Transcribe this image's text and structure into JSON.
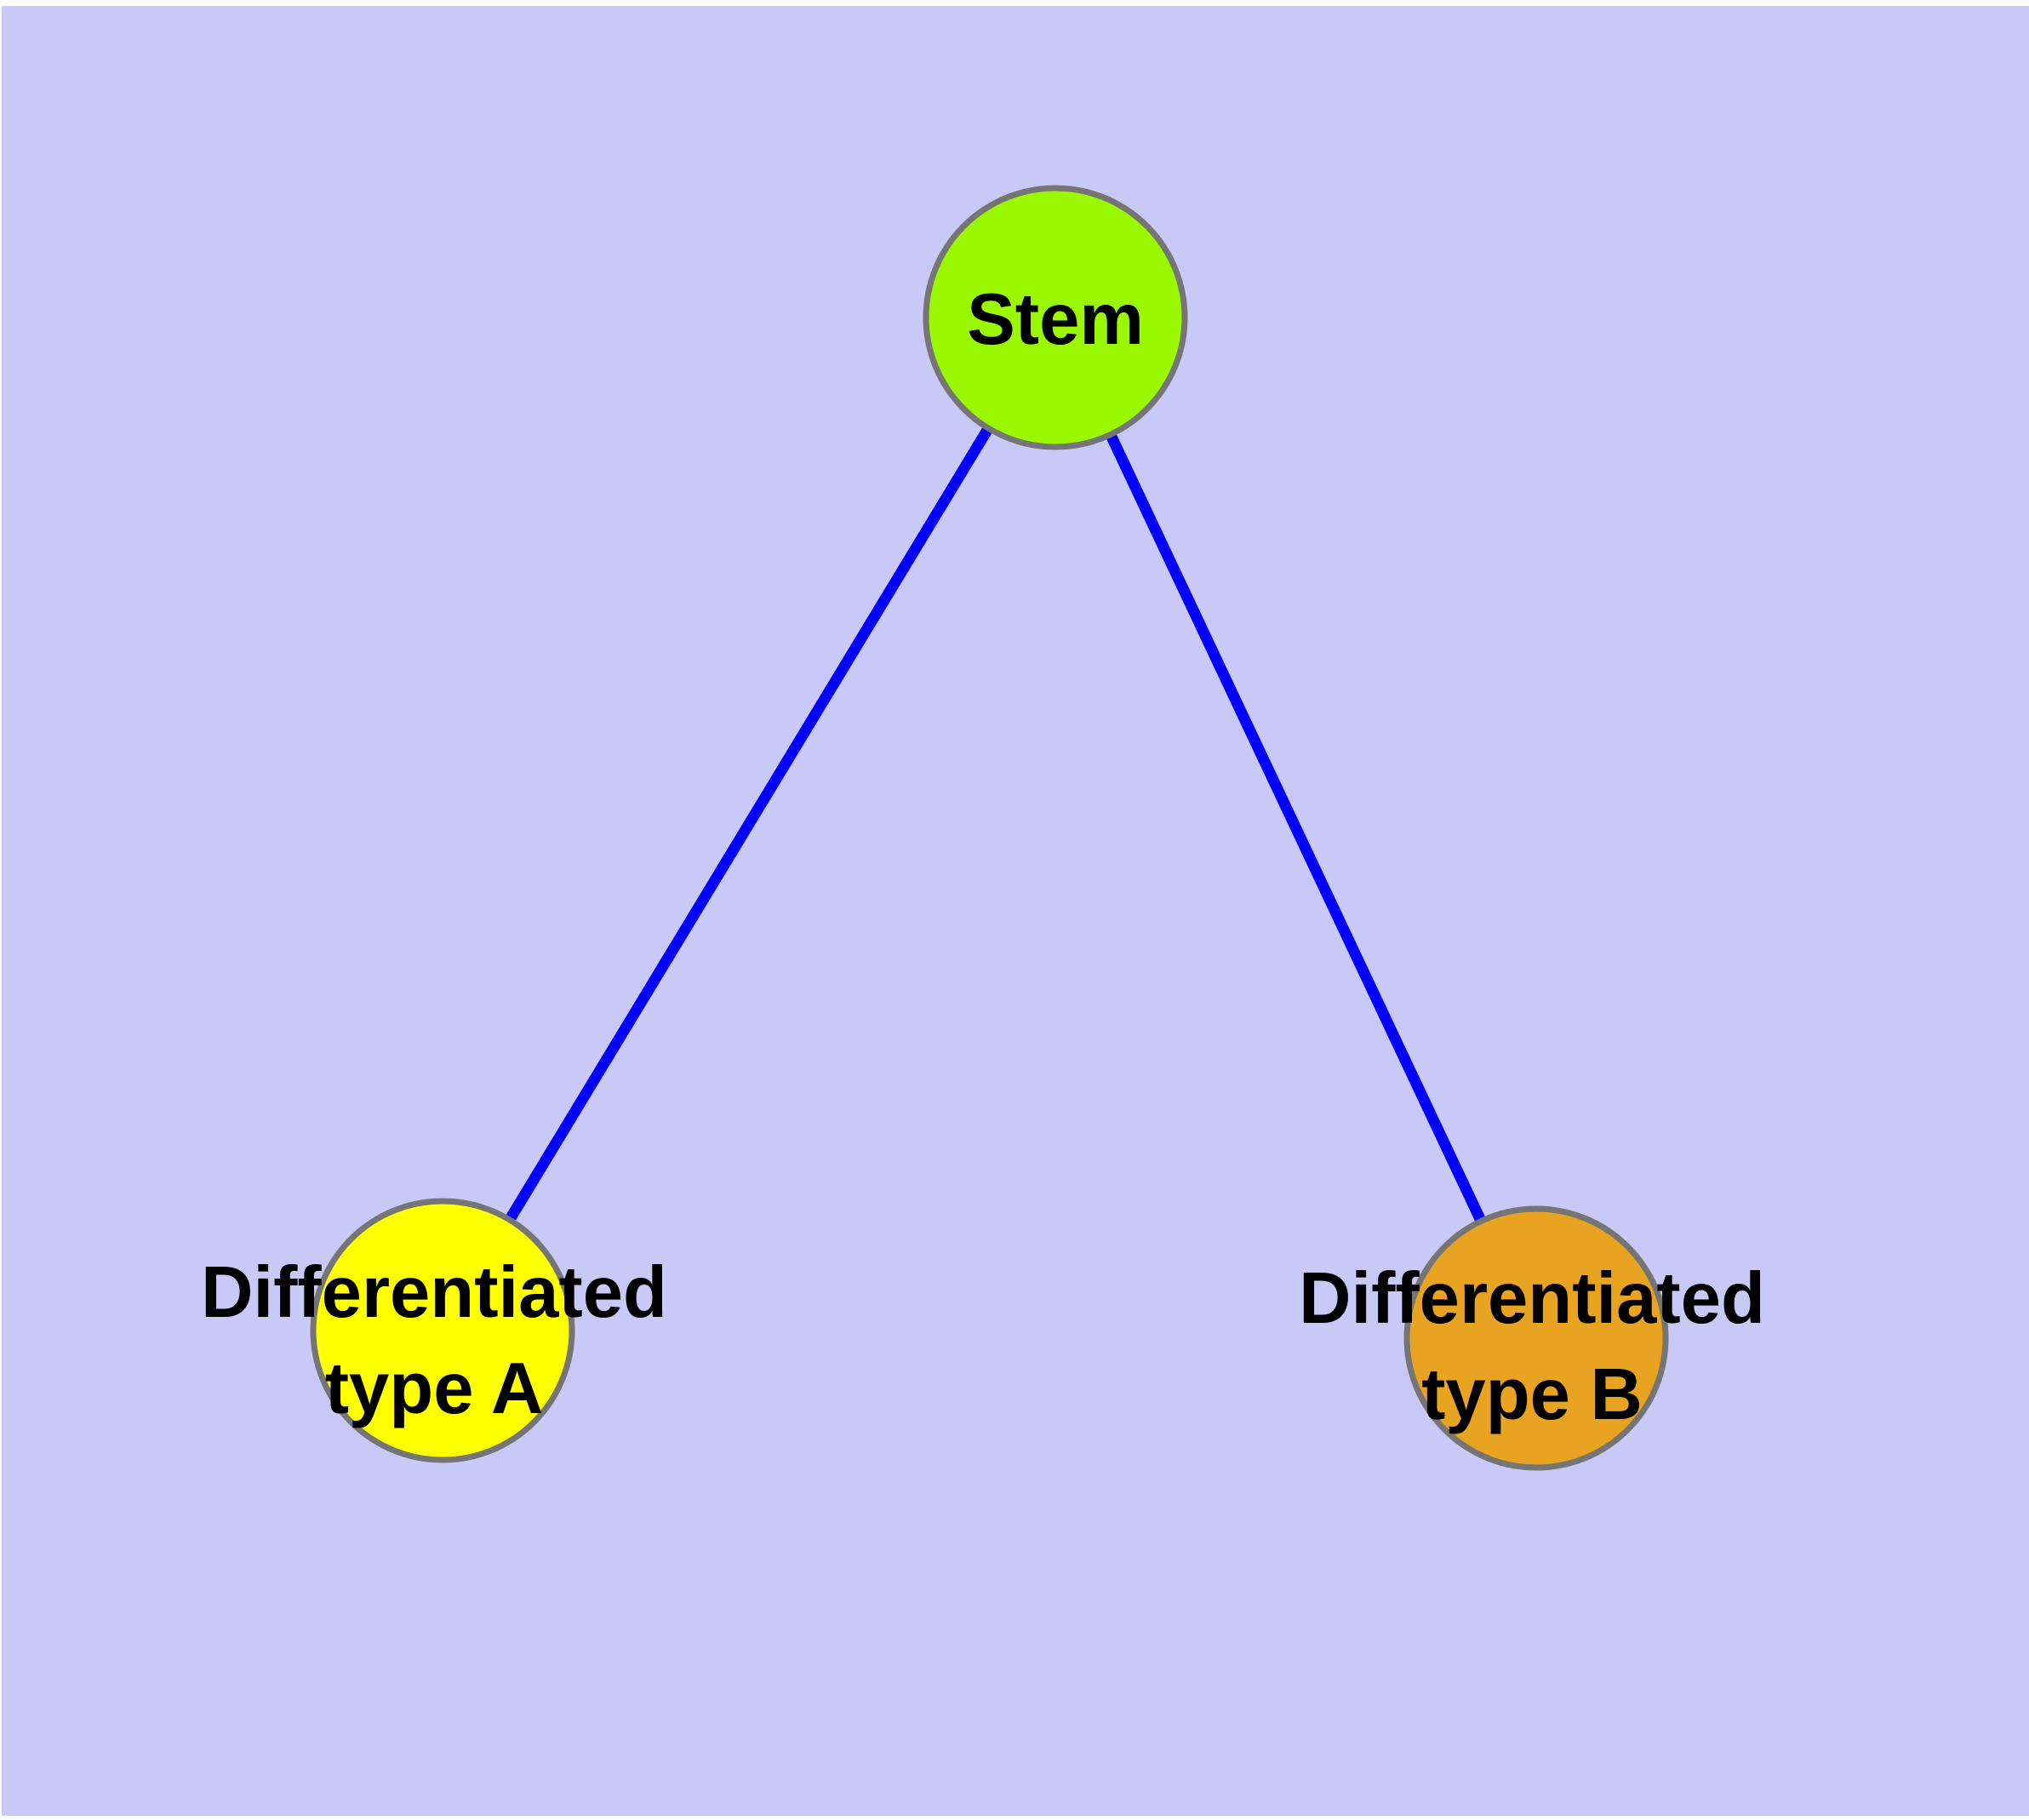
{
  "diagram": {
    "type": "node-link-graph",
    "colors": {
      "page_background": "#ffffff",
      "canvas_background": "#c9c9f7",
      "edge": "#0202fa",
      "node_border": "#757575",
      "label_text": "#000000"
    },
    "nodes": {
      "stem": {
        "label": "Stem",
        "label_lines": [
          "Stem"
        ],
        "fill": "#9af900"
      },
      "type_a": {
        "label": "Differentiated type A",
        "label_lines": [
          "Differentiated",
          "type A"
        ],
        "fill": "#ffff00"
      },
      "type_b": {
        "label": "Differentiated type B",
        "label_lines": [
          "Differentiated",
          "type B"
        ],
        "fill": "#e8a320"
      }
    },
    "edges": [
      {
        "from": "Stem",
        "to": "Differentiated type A"
      },
      {
        "from": "Stem",
        "to": "Differentiated type B"
      }
    ]
  }
}
